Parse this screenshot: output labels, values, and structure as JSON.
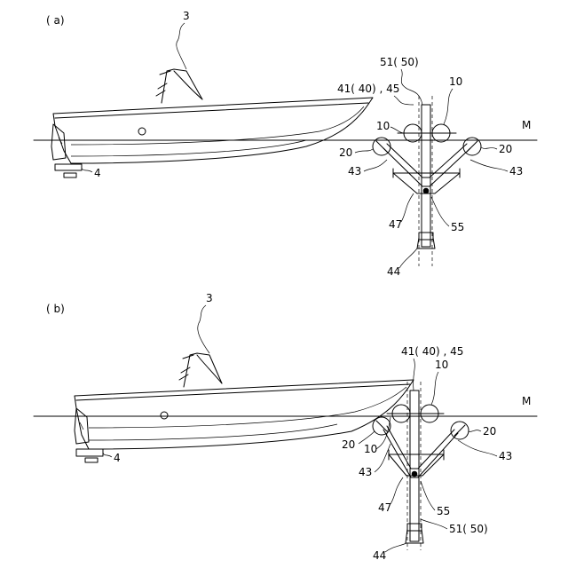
{
  "figures": [
    {
      "caption": "( a)",
      "labels": {
        "top_col": "3",
        "engine": "4",
        "ref_51": "51( 50)",
        "ref_10_top": "10",
        "ref_41": "41( 40) , 45",
        "ref_10_left": "10",
        "ref_M": "M",
        "ref_20_left": "20",
        "ref_20_right": "20",
        "ref_43_left": "43",
        "ref_43_right": "43",
        "ref_47": "47",
        "ref_55": "55",
        "ref_44": "44"
      }
    },
    {
      "caption": "( b)",
      "labels": {
        "top_col": "3",
        "engine": "4",
        "ref_41": "41( 40) , 45",
        "ref_10_top": "10",
        "ref_M": "M",
        "ref_20_left": "20",
        "ref_20_right": "20",
        "ref_10_left": "10",
        "ref_43_right": "43",
        "ref_43_left": "43",
        "ref_47": "47",
        "ref_55": "55",
        "ref_51": "51( 50)",
        "ref_44": "44"
      }
    }
  ]
}
